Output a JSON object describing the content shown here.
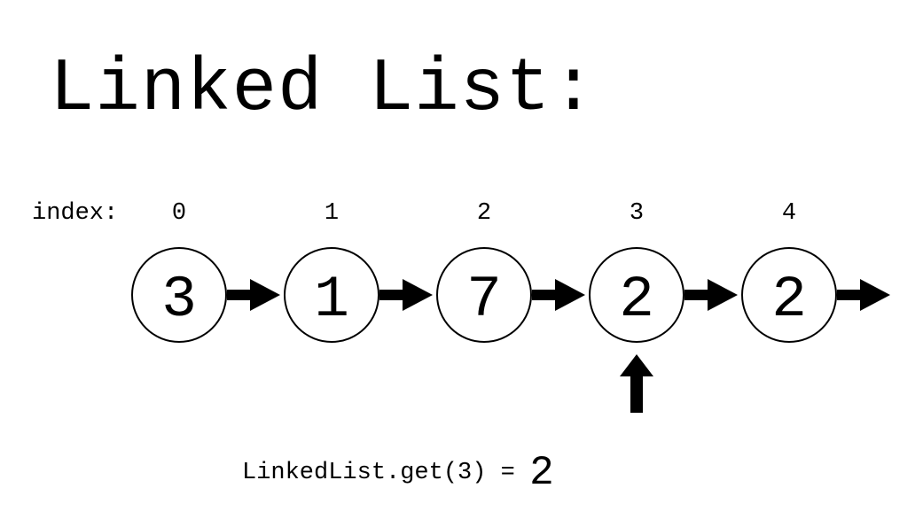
{
  "title": "Linked List:",
  "index_label": "index:",
  "nodes": [
    {
      "index": "0",
      "value": "3"
    },
    {
      "index": "1",
      "value": "1"
    },
    {
      "index": "2",
      "value": "7"
    },
    {
      "index": "3",
      "value": "2"
    },
    {
      "index": "4",
      "value": "2"
    }
  ],
  "pointer_index": 3,
  "result": {
    "expression": "LinkedList.get(3) = ",
    "value": "2"
  }
}
